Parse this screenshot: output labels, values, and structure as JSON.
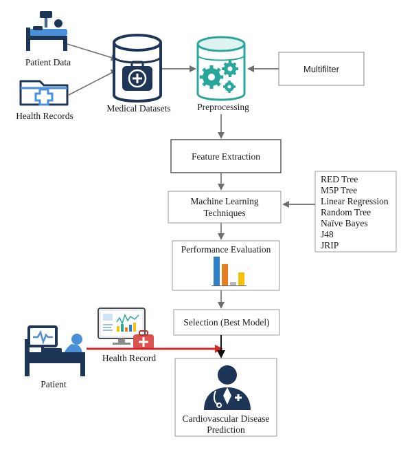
{
  "inputs": {
    "patient_data": "Patient Data",
    "health_records": "Health Records"
  },
  "nodes": {
    "medical_datasets": "Medical Datasets",
    "preprocessing": "Preprocessing",
    "multifilter": "Multifilter",
    "feature_extraction": "Feature Extraction",
    "ml_line1": "Machine Learning",
    "ml_line2": "Techniques",
    "performance_evaluation": "Performance Evaluation",
    "selection": "Selection (Best Model)",
    "prediction_line1": "Cardiovascular Disease",
    "prediction_line2": "Prediction"
  },
  "algorithms": [
    "RED Tree",
    "M5P Tree",
    "Linear Regression",
    "Random Tree",
    "Naïve Bayes",
    "J48",
    "JRIP"
  ],
  "bottom": {
    "patient": "Patient",
    "health_record": "Health Record"
  },
  "colors": {
    "navy": "#1d3557",
    "teal": "#2aa79b",
    "red_arrow": "#d62828",
    "arrow_gray": "#6f6f6f",
    "bar_blue": "#2f80c8",
    "bar_orange": "#e67e22",
    "bar_gray": "#b8b8b8",
    "bar_yellow": "#f4c20d"
  }
}
